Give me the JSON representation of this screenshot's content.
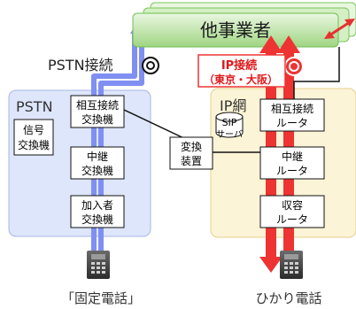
{
  "top_carrier": {
    "label": "他事業者"
  },
  "pstn_connection": {
    "label": "PSTN接続"
  },
  "ip_connection": {
    "line1": "IP接続",
    "line2": "（東京・大阪）"
  },
  "pstn_network": {
    "title": "PSTN",
    "signal_exchange": {
      "line1": "信号",
      "line2": "交換機"
    },
    "interconnect_exchange": {
      "line1": "相互接続",
      "line2": "交換機"
    },
    "relay_exchange": {
      "line1": "中継",
      "line2": "交換機"
    },
    "subscriber_exchange": {
      "line1": "加入者",
      "line2": "交換機"
    }
  },
  "converter": {
    "line1": "変換",
    "line2": "装置"
  },
  "ip_network": {
    "title": "IP網",
    "sip_server": {
      "line1": "SIP",
      "line2": "サーバ"
    },
    "interconnect_router": {
      "line1": "相互接続",
      "line2": "ルータ"
    },
    "relay_router": {
      "line1": "中継",
      "line2": "ルータ"
    },
    "access_router": {
      "line1": "収容",
      "line2": "ルータ"
    }
  },
  "fixed_phone": {
    "label": "「固定電話」"
  },
  "hikari_phone": {
    "label": "ひかり電話"
  },
  "colors": {
    "carrier_green": "#a9dc8c",
    "carrier_border": "#6fbf52",
    "pstn_bg": "#dde6fb",
    "ip_bg": "#fcf4d6",
    "blue_arrow": "#7f8ff2",
    "red_arrow": "#ee3333",
    "ip_text": "#e0181b"
  }
}
